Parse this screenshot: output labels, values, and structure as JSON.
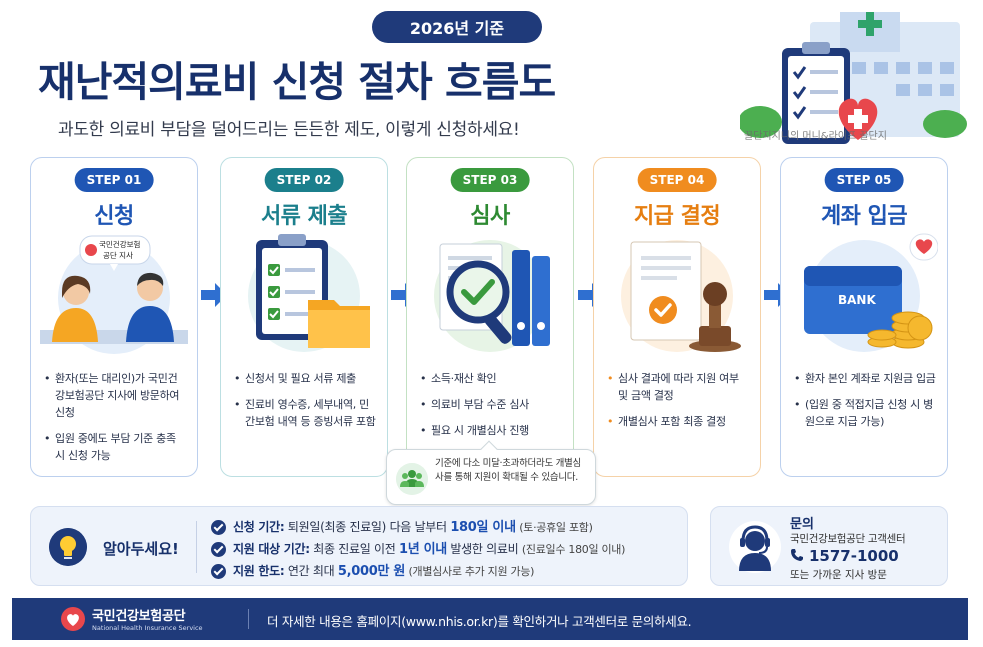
{
  "header": {
    "year_badge": "2026년 기준",
    "title": "재난적의료비 신청 절차 흐름도",
    "subtitle": "과도한 의료비 부담을 덜어드리는 든든한 제도, 이렇게 신청하세요!",
    "watermark": "꿀단지지니의 머니&라이프 꿀단지"
  },
  "steps": [
    {
      "badge": "STEP 01",
      "title": "신청",
      "color": "#1f56b4",
      "illustration_sign": [
        "국민건강보험",
        "공단 지사"
      ],
      "bullets": [
        "환자(또는 대리인)가 국민건강보험공단 지사에 방문하여 신청",
        "입원 중에도 부담 기준 충족 시 신청 가능"
      ]
    },
    {
      "badge": "STEP 02",
      "title": "서류 제출",
      "color": "#1b7f8c",
      "bullets": [
        "신청서 및 필요 서류 제출",
        "진료비 영수증, 세부내역, 민간보험 내역 등 증빙서류 포함"
      ]
    },
    {
      "badge": "STEP 03",
      "title": "심사",
      "color": "#3a9a3e",
      "bullets": [
        "소득·재산 확인",
        "의료비 부담 수준 심사",
        "필요 시 개별심사 진행"
      ]
    },
    {
      "badge": "STEP 04",
      "title": "지급 결정",
      "color": "#f08c1f",
      "bullets": [
        "심사 결과에 따라 지원 여부 및 금액 결정",
        "개별심사 포함 최종 결정"
      ]
    },
    {
      "badge": "STEP 05",
      "title": "계좌 입금",
      "color": "#1f56b4",
      "illustration_sign": "BANK",
      "bullets": [
        "환자 본인 계좌로 지원금 입금",
        "(입원 중 적접지급 신청 시 병원으로 지급 가능)"
      ]
    }
  ],
  "note": {
    "text": "기준에 다소 미달·초과하더라도 개별심사를 통해 지원이 확대될 수 있습니다."
  },
  "info": {
    "label": "알아두세요!",
    "rows": [
      {
        "key": "신청 기간:",
        "before": "퇴원일(최종 진료일) 다음 날부터",
        "highlight": "180일 이내",
        "after": "(토·공휴일 포함)"
      },
      {
        "key": "지원 대상 기간:",
        "before": "최종 진료일 이전",
        "highlight": "1년 이내",
        "after": "발생한 의료비",
        "small": "(진료일수 180일 이내)"
      },
      {
        "key": "지원 한도:",
        "before": "연간 최대",
        "highlight": "5,000만 원",
        "after": "(개별심사로 추가 지원 가능)"
      }
    ]
  },
  "contact": {
    "title": "문의",
    "org": "국민건강보험공단 고객센터",
    "phone": "1577-1000",
    "note": "또는 가까운 지사 방문"
  },
  "footer": {
    "org": "국민건강보험공단",
    "org_en": "National Health Insurance Service",
    "message": "더 자세한 내용은 홈페이지(www.nhis.or.kr)를 확인하거나 고객센터로 문의하세요."
  }
}
